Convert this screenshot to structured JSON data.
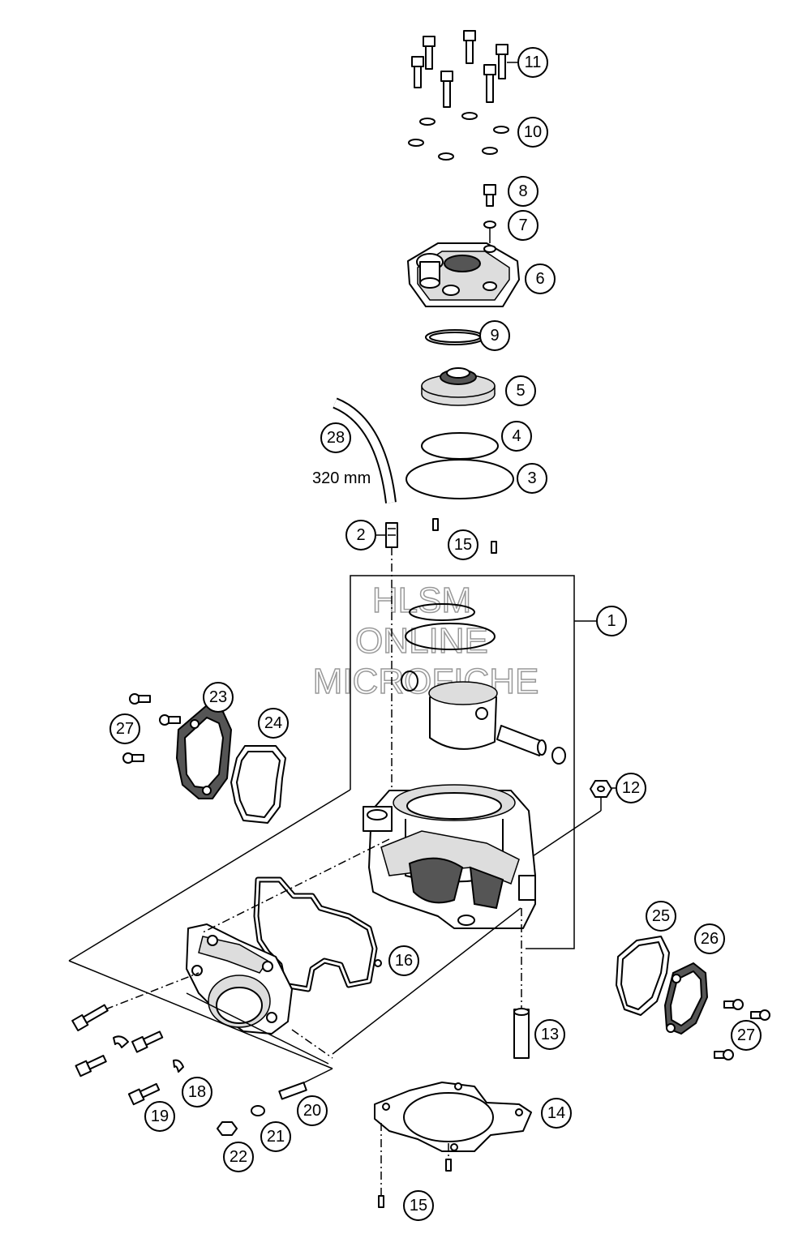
{
  "watermark": [
    "HLSM",
    "ONLINE",
    "MICROFICHE"
  ],
  "hose_length_label": "320 mm",
  "callouts": [
    "11",
    "10",
    "8",
    "7",
    "6",
    "9",
    "5",
    "4",
    "3",
    "28",
    "2",
    "15",
    "1",
    "23",
    "27",
    "24",
    "12",
    "16",
    "25",
    "26",
    "13",
    "27",
    "19",
    "18",
    "20",
    "14",
    "21",
    "22",
    "15"
  ]
}
